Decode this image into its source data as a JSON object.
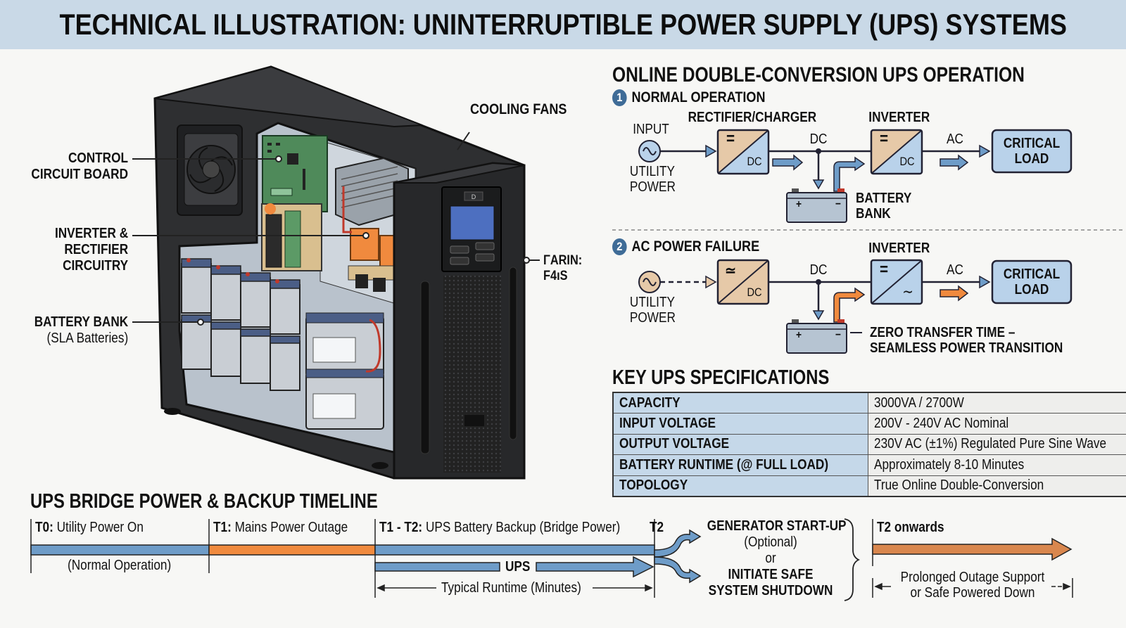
{
  "title": "TECHNICAL ILLUSTRATION: UNINTERRUPTIBLE POWER SUPPLY (UPS) SYSTEMS",
  "illustration": {
    "labels": {
      "control_board": [
        "CONTROL",
        "CIRCUIT BOARD"
      ],
      "inverter": [
        "INVERTER &",
        "RECTIFIER",
        "CIRCUITRY"
      ],
      "battery_bank": "BATTERY BANK",
      "battery_bank_sub": "(SLA Batteries)",
      "cooling_fans": "COOLING FANS",
      "front_label": [
        "ΓARIN:",
        "F4ıS"
      ]
    },
    "lcd_button_label": "D"
  },
  "operation": {
    "title": "ONLINE DOUBLE-CONVERSION UPS OPERATION",
    "normal": {
      "number": "1",
      "title": "NORMAL OPERATION",
      "input_top": "INPUT",
      "input_bottom": [
        "UTILITY",
        "POWER"
      ],
      "rectifier_label": "RECTIFIER/CHARGER",
      "rectifier_symbol": "=",
      "rectifier_out": "DC",
      "dc_bus": "DC",
      "inverter_label": "INVERTER",
      "inverter_symbol": "=",
      "inverter_out": "DC",
      "ac_label": "AC",
      "load": [
        "CRITICAL",
        "LOAD"
      ],
      "battery": [
        "BATTERY",
        "BANK"
      ],
      "battery_plus": "+",
      "battery_minus": "−"
    },
    "failure": {
      "number": "2",
      "title": "AC POWER FAILURE",
      "input_bottom": [
        "UTILITY",
        "POWER"
      ],
      "rectifier_symbol": "≃",
      "rectifier_out": "DC",
      "dc_bus": "DC",
      "inverter_label": "INVERTER",
      "inverter_symbol": "=",
      "inverter_out": "∼",
      "ac_label": "AC",
      "load": [
        "CRITICAL",
        "LOAD"
      ],
      "battery_plus": "+",
      "battery_minus": "−",
      "note": [
        "ZERO TRANSFER TIME –",
        "SEAMLESS POWER TRANSITION"
      ]
    }
  },
  "specs": {
    "title": "KEY UPS SPECIFICATIONS",
    "rows": [
      {
        "key": "CAPACITY",
        "value": "3000VA / 2700W"
      },
      {
        "key": "INPUT VOLTAGE",
        "value": "200V - 240V AC Nominal"
      },
      {
        "key": "OUTPUT VOLTAGE",
        "value": "230V AC (±1%) Regulated Pure Sine Wave"
      },
      {
        "key": "BATTERY RUNTIME (@ FULL LOAD)",
        "value": "Approximately 8-10 Minutes"
      },
      {
        "key": "TOPOLOGY",
        "value": "True Online Double-Conversion"
      }
    ]
  },
  "timeline": {
    "title": "UPS BRIDGE POWER & BACKUP TIMELINE",
    "t0_key": "T0:",
    "t0_text": "Utility Power On",
    "t0_sub": "(Normal Operation)",
    "t1_key": "T1:",
    "t1_text": "Mains Power Outage",
    "t12_key": "T1 - T2:",
    "t12_text": "UPS Battery Backup (Bridge Power)",
    "ups_label": "UPS",
    "runtime": "Typical Runtime (Minutes)",
    "t2_key": "T2",
    "generator": "GENERATOR START-UP",
    "optional": "(Optional)",
    "or": "or",
    "shutdown": [
      "INITIATE SAFE",
      "SYSTEM SHUTDOWN"
    ],
    "t2on": "T2 onwards",
    "prolonged": [
      "Prolonged Outage Support",
      "or Safe Powered Down"
    ]
  },
  "colors": {
    "banner": "#c9d9e7",
    "blue": "#6e9cc8",
    "orange": "#f08a3e",
    "tan": "#e6c9a8",
    "lightblue": "#b9d2ea",
    "dark": "#2a2a2a",
    "copper": "#d9874e"
  }
}
